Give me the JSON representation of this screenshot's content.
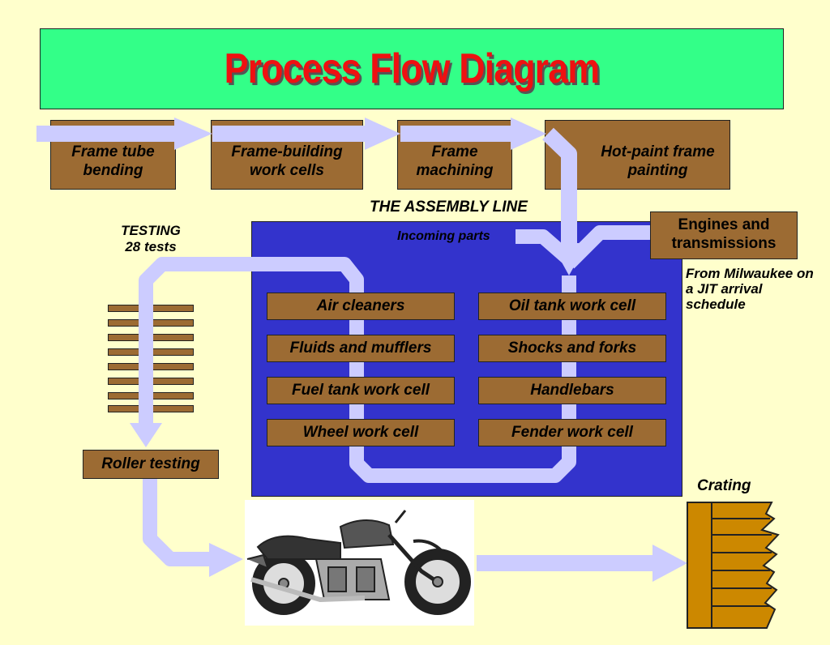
{
  "title": "Process Flow Diagram",
  "steps": {
    "frame_tube_bending": "Frame tube bending",
    "frame_building": "Frame-building work cells",
    "frame_machining": "Frame machining",
    "hot_paint": "Hot-paint frame painting"
  },
  "assembly_line_label": "THE ASSEMBLY LINE",
  "incoming_parts": "Incoming parts",
  "engines": "Engines and transmissions",
  "from_milwaukee": "From Milwaukee on a JIT arrival schedule",
  "testing": {
    "line1": "TESTING",
    "line2": "28 tests"
  },
  "cells": {
    "left": [
      "Air cleaners",
      "Fluids and mufflers",
      "Fuel tank work cell",
      "Wheel work cell"
    ],
    "right": [
      "Oil tank work cell",
      "Shocks and forks",
      "Handlebars",
      "Fender work cell"
    ]
  },
  "roller_testing": "Roller testing",
  "crating": "Crating",
  "colors": {
    "background": "#ffffcc",
    "title_bar": "#33ff88",
    "title_text": "#ee1111",
    "box_brown": "#9c6b33",
    "assembly_blue": "#3333cc",
    "arrow_lavender": "#ccccff",
    "crate_orange": "#cc8800"
  }
}
